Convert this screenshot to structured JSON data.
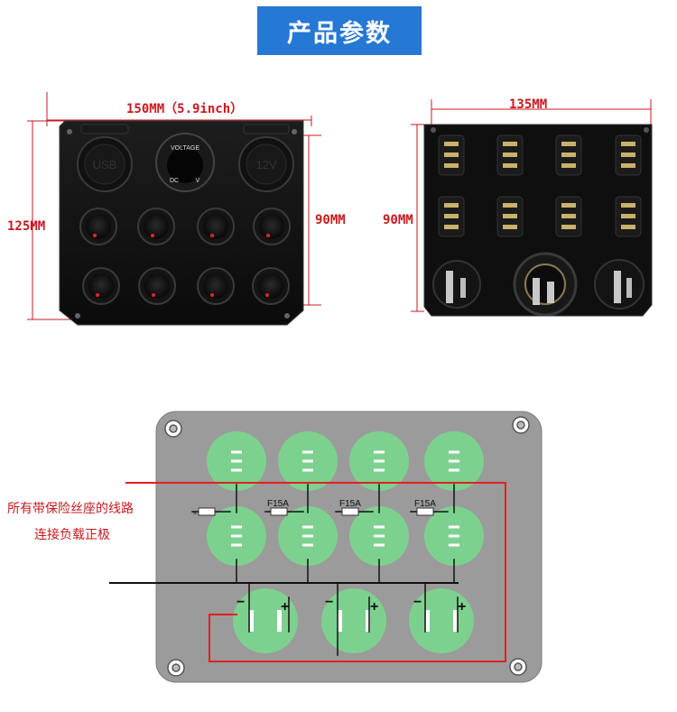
{
  "title": "产品参数",
  "front_view": {
    "width_label": "150MM（5.9inch）",
    "height_label": "125MM",
    "inner_height_label": "90MM",
    "voltmeter_top_text": "VOLTAGE",
    "voltmeter_dc": "DC",
    "voltmeter_v": "V",
    "usb_text": "USB",
    "socket_text": "12V"
  },
  "back_view": {
    "width_label": "135MM",
    "height_label": "90MM"
  },
  "diagram": {
    "fuse_labels": [
      "F15A",
      "F15A",
      "F15A"
    ],
    "note_line1": "所有带保险丝座的线路",
    "note_line2": "连接负载正极",
    "plus_symbols": [
      "+",
      "+",
      "+"
    ],
    "minus_symbols": [
      "−",
      "−",
      "−"
    ],
    "dash_left": "-"
  },
  "colors": {
    "title_bg": "#2578d4",
    "dimension_red": "#c8191e",
    "panel_grey": "#9b9b9b",
    "switch_green": "#7dd18f",
    "wire_red": "#e02020"
  }
}
